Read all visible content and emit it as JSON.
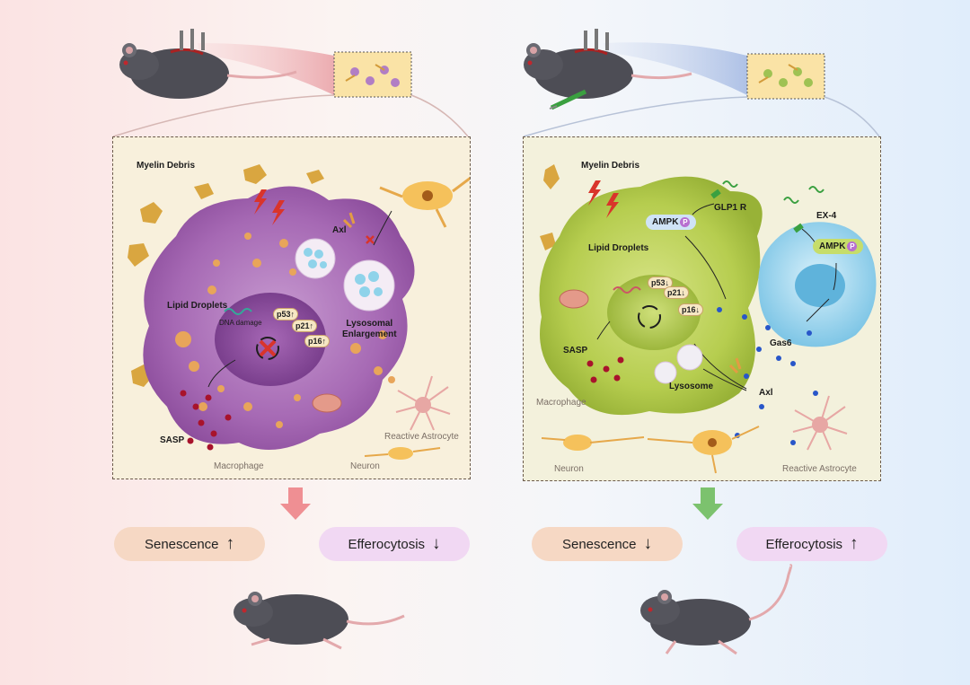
{
  "left": {
    "labels": {
      "myelin": "Myelin Debris",
      "axl": "Axl",
      "lipid": "Lipid Droplets",
      "dna": "DNA damage",
      "lysosomal": "Lysosomal\nEnlargement",
      "sasp": "SASP",
      "macrophage": "Macrophage",
      "neuron": "Neuron",
      "astrocyte": "Reactive Astrocyte"
    },
    "markers": {
      "p53": "p53",
      "p21": "p21",
      "p16": "p16"
    },
    "senescence": {
      "label": "Senescence",
      "arrow": "↑"
    },
    "efferocytosis": {
      "label": "Efferocytosis",
      "arrow": "↓"
    }
  },
  "right": {
    "labels": {
      "myelin": "Myelin Debris",
      "glp1r": "GLP1 R",
      "ex4": "EX-4",
      "lipid": "Lipid Droplets",
      "sasp": "SASP",
      "macrophage": "Macrophage",
      "gas6": "Gas6",
      "lysosome": "Lysosome",
      "axl": "Axl",
      "neuron": "Neuron",
      "astrocyte": "Reactive Astrocyte"
    },
    "ampk1": "AMPK",
    "ampk2": "AMPK",
    "phos": "P",
    "markers": {
      "p53": "p53",
      "p21": "p21",
      "p16": "p16"
    },
    "senescence": {
      "label": "Senescence",
      "arrow": "↓"
    },
    "efferocytosis": {
      "label": "Efferocytosis",
      "arrow": "↑"
    }
  },
  "colors": {
    "senescence_pill": "#f6d8c4",
    "efferocytosis_pill": "#f1d8f3",
    "left_arrow": "#ef8f93",
    "right_arrow": "#7cc26e",
    "macrophage_left": "#a866b4",
    "macrophage_right": "#b7cf55",
    "sasp_dot": "#a8132c"
  }
}
